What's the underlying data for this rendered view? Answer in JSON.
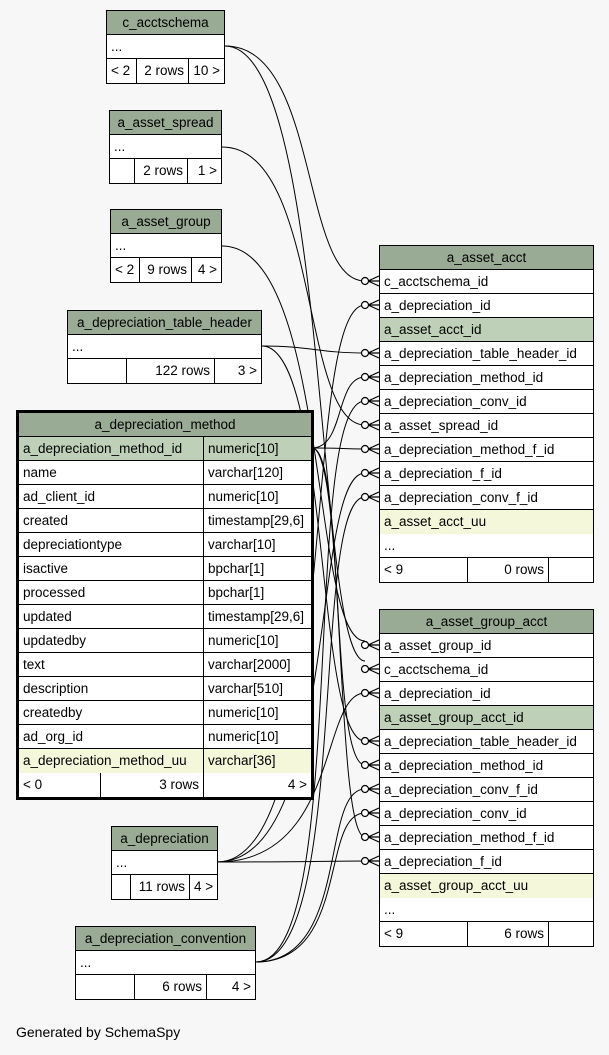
{
  "tables": {
    "c_acctschema": {
      "title": "c_acctschema",
      "ellipsis": "...",
      "footer": [
        "< 2",
        "2 rows",
        "10 >"
      ]
    },
    "a_asset_spread": {
      "title": "a_asset_spread",
      "ellipsis": "...",
      "footer": [
        "",
        "2 rows",
        "1 >"
      ]
    },
    "a_asset_group": {
      "title": "a_asset_group",
      "ellipsis": "...",
      "footer": [
        "< 2",
        "9 rows",
        "4 >"
      ]
    },
    "a_depreciation_table_header": {
      "title": "a_depreciation_table_header",
      "ellipsis": "...",
      "footer": [
        "",
        "122 rows",
        "3 >"
      ]
    },
    "a_depreciation_method": {
      "title": "a_depreciation_method",
      "columns": [
        {
          "name": "a_depreciation_method_id",
          "type": "numeric[10]"
        },
        {
          "name": "name",
          "type": "varchar[120]"
        },
        {
          "name": "ad_client_id",
          "type": "numeric[10]"
        },
        {
          "name": "created",
          "type": "timestamp[29,6]"
        },
        {
          "name": "depreciationtype",
          "type": "varchar[10]"
        },
        {
          "name": "isactive",
          "type": "bpchar[1]"
        },
        {
          "name": "processed",
          "type": "bpchar[1]"
        },
        {
          "name": "updated",
          "type": "timestamp[29,6]"
        },
        {
          "name": "updatedby",
          "type": "numeric[10]"
        },
        {
          "name": "text",
          "type": "varchar[2000]"
        },
        {
          "name": "description",
          "type": "varchar[510]"
        },
        {
          "name": "createdby",
          "type": "numeric[10]"
        },
        {
          "name": "ad_org_id",
          "type": "numeric[10]"
        },
        {
          "name": "a_depreciation_method_uu",
          "type": "varchar[36]"
        }
      ],
      "footer": [
        "< 0",
        "3 rows",
        "4 >"
      ]
    },
    "a_depreciation": {
      "title": "a_depreciation",
      "ellipsis": "...",
      "footer": [
        "",
        "11 rows",
        "4 >"
      ]
    },
    "a_depreciation_convention": {
      "title": "a_depreciation_convention",
      "ellipsis": "...",
      "footer": [
        "",
        "6 rows",
        "4 >"
      ]
    },
    "a_asset_acct": {
      "title": "a_asset_acct",
      "columns": [
        "c_acctschema_id",
        "a_depreciation_id",
        "a_asset_acct_id",
        "a_depreciation_table_header_id",
        "a_depreciation_method_id",
        "a_depreciation_conv_id",
        "a_asset_spread_id",
        "a_depreciation_method_f_id",
        "a_depreciation_f_id",
        "a_depreciation_conv_f_id",
        "a_asset_acct_uu"
      ],
      "ellipsis": "...",
      "footer": [
        "< 9",
        "0 rows",
        ""
      ]
    },
    "a_asset_group_acct": {
      "title": "a_asset_group_acct",
      "columns": [
        "a_asset_group_id",
        "c_acctschema_id",
        "a_depreciation_id",
        "a_asset_group_acct_id",
        "a_depreciation_table_header_id",
        "a_depreciation_method_id",
        "a_depreciation_conv_f_id",
        "a_depreciation_conv_id",
        "a_depreciation_method_f_id",
        "a_depreciation_f_id",
        "a_asset_group_acct_uu"
      ],
      "ellipsis": "...",
      "footer": [
        "< 9",
        "6 rows",
        ""
      ]
    }
  },
  "footer_text": "Generated by SchemaSpy",
  "colors": {
    "header": "#9aab95",
    "primary_key": "#bed1b8",
    "uuid_column": "#f4f7da",
    "background": "#f7f7f7"
  }
}
